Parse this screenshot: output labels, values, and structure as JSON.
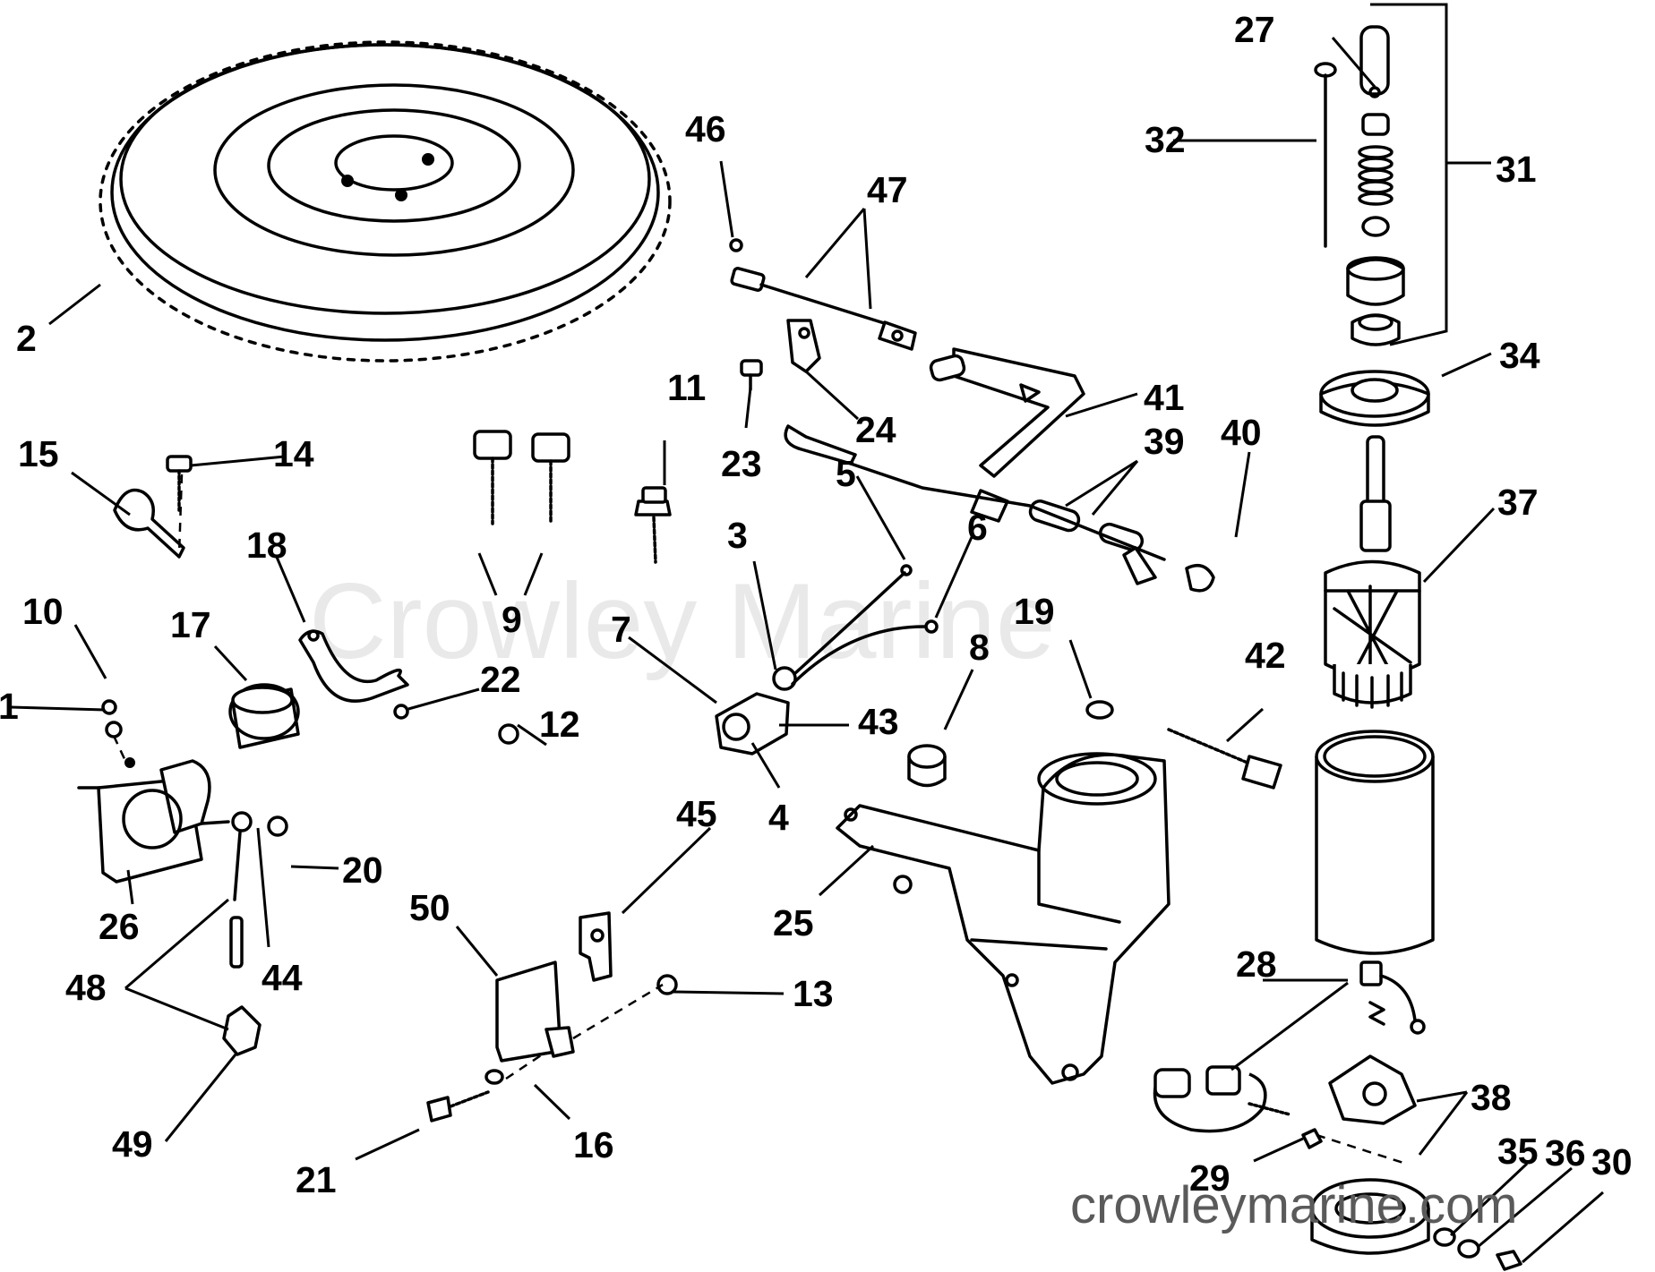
{
  "watermark": "Crowley Marine",
  "site_url": "crowleymarine.com",
  "callouts": {
    "c1": "1",
    "c2": "2",
    "c3": "3",
    "c4": "4",
    "c5": "5",
    "c6": "6",
    "c7": "7",
    "c8": "8",
    "c9": "9",
    "c10": "10",
    "c11": "11",
    "c12": "12",
    "c13": "13",
    "c14": "14",
    "c15": "15",
    "c16": "16",
    "c17": "17",
    "c18": "18",
    "c19": "19",
    "c20": "20",
    "c21": "21",
    "c22": "22",
    "c23": "23",
    "c24": "24",
    "c25": "25",
    "c26": "26",
    "c27": "27",
    "c28": "28",
    "c29": "29",
    "c30": "30",
    "c31": "31",
    "c32": "32",
    "c34": "34",
    "c35": "35",
    "c36": "36",
    "c37": "37",
    "c38": "38",
    "c39": "39",
    "c40": "40",
    "c41": "41",
    "c42": "42",
    "c43": "43",
    "c44": "44",
    "c45": "45",
    "c46": "46",
    "c47": "47",
    "c48": "48",
    "c49": "49",
    "c50": "50"
  }
}
